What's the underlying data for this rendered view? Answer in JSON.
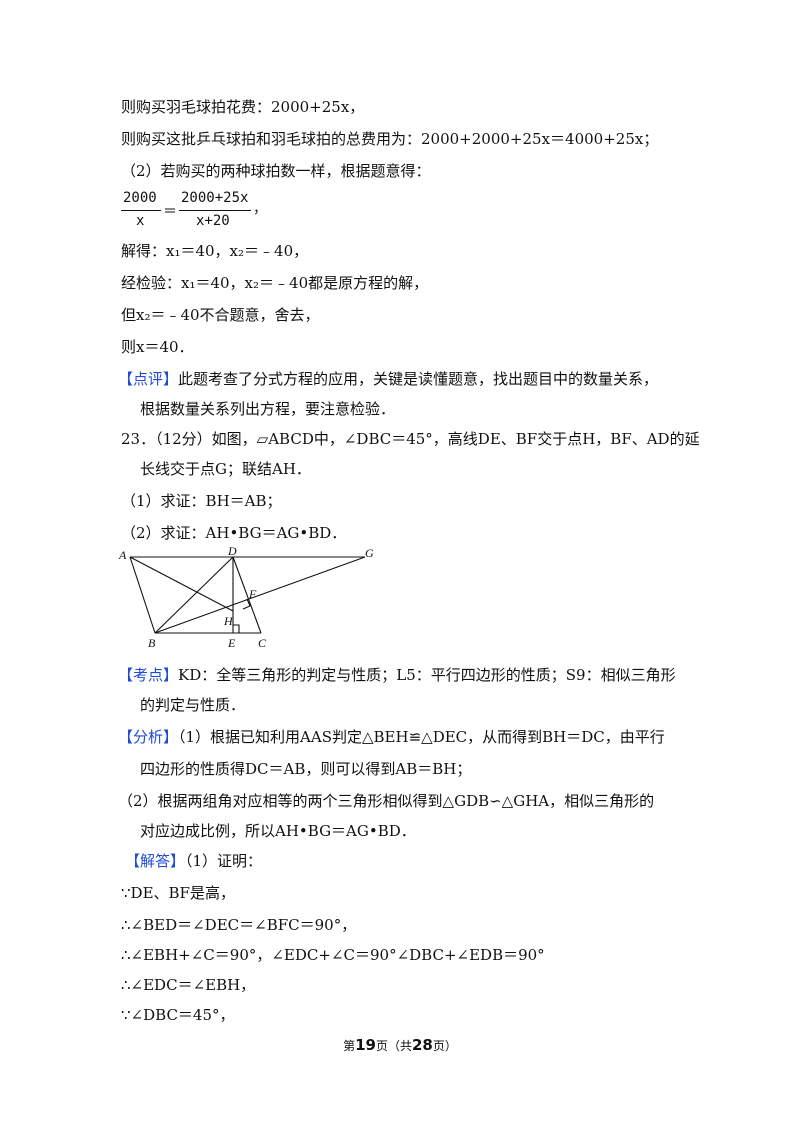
{
  "lines": [
    "则购买羽毛球拍花费：2000+25x，",
    "则购买这批乒乓球拍和羽毛球拍的总费用为：2000+2000+25x＝4000+25x；",
    "（2）若购买的两种球拍数一样，根据题意得：",
    "解得：x₁＝40，x₂＝﹣40，",
    "经检验：x₁＝40，x₂＝﹣40都是原方程的解，",
    "但x₂＝﹣40不合题意，舍去，",
    "则x＝40．"
  ],
  "fraction": {
    "left_num": "2000",
    "left_den": "x",
    "eq": "＝",
    "right_num": "2000+25x",
    "right_den": "x+20",
    "tail": "，"
  },
  "comment": {
    "tag": "【点评】",
    "text1": "此题考查了分式方程的应用，关键是读懂题意，找出题目中的数量关系，",
    "text2": "根据数量关系列出方程，要注意检验．"
  },
  "problem": {
    "line1": "23．（12分）如图，▱ABCD中，∠DBC＝45°，高线DE、BF交于点H，BF、AD的延",
    "line2": "长线交于点G；联结AH．",
    "q1": "（1）求证：BH＝AB；",
    "q2": "（2）求证：AH•BG＝AG•BD．"
  },
  "figure_labels": {
    "A": "A",
    "D": "D",
    "G": "G",
    "F": "F",
    "H": "H",
    "B": "B",
    "E": "E",
    "C": "C"
  },
  "kaodian": {
    "tag": "【考点】",
    "text1": "KD：全等三角形的判定与性质；L5：平行四边形的性质；S9：相似三角形",
    "text2": "的判定与性质．"
  },
  "fenxi": {
    "tag": "【分析】",
    "text1": "（1）根据已知利用AAS判定△BEH≌△DEC，从而得到BH＝DC，由平行",
    "text2": "四边形的性质得DC＝AB，则可以得到AB＝BH；",
    "text3": "（2）根据两组角对应相等的两个三角形相似得到△GDB∽△GHA，相似三角形的",
    "text4": "对应边成比例，所以AH•BG＝AG•BD．"
  },
  "jieda": {
    "tag": "【解答】",
    "text1": "（1）证明：",
    "l2": "∵DE、BF是高，",
    "l3": "∴∠BED＝∠DEC＝∠BFC＝90°，",
    "l4": "∴∠EBH+∠C＝90°，∠EDC+∠C＝90°∠DBC+∠EDB＝90°",
    "l5": "∴∠EDC＝∠EBH，",
    "l6": "∵∠DBC＝45°，"
  },
  "footer": {
    "pre": "第",
    "page": "19",
    "mid": "页（共",
    "total": "28",
    "post": "页）"
  },
  "colors": {
    "accent": "#1f4bd6",
    "text": "#111111"
  }
}
